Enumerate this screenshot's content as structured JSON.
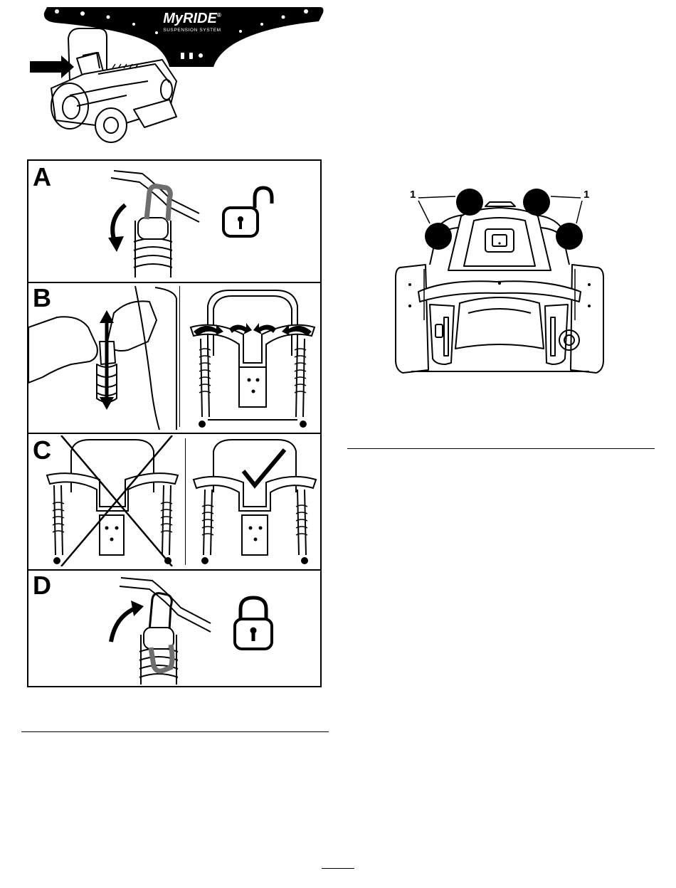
{
  "decal": {
    "brand": "MyRIDE",
    "brand_registered": "®",
    "subtitle": "SUSPENSION SYSTEM"
  },
  "panels": [
    {
      "letter": "A",
      "lock_state": "unlocked"
    },
    {
      "letter": "B",
      "lock_state": "adjust"
    },
    {
      "letter": "C",
      "lock_state": "compare"
    },
    {
      "letter": "D",
      "lock_state": "locked"
    }
  ],
  "callouts": {
    "left_label": "1",
    "right_label": "1"
  },
  "colors": {
    "ink": "#000000",
    "paper": "#ffffff",
    "highlight_gray": "#6e6e6e"
  }
}
